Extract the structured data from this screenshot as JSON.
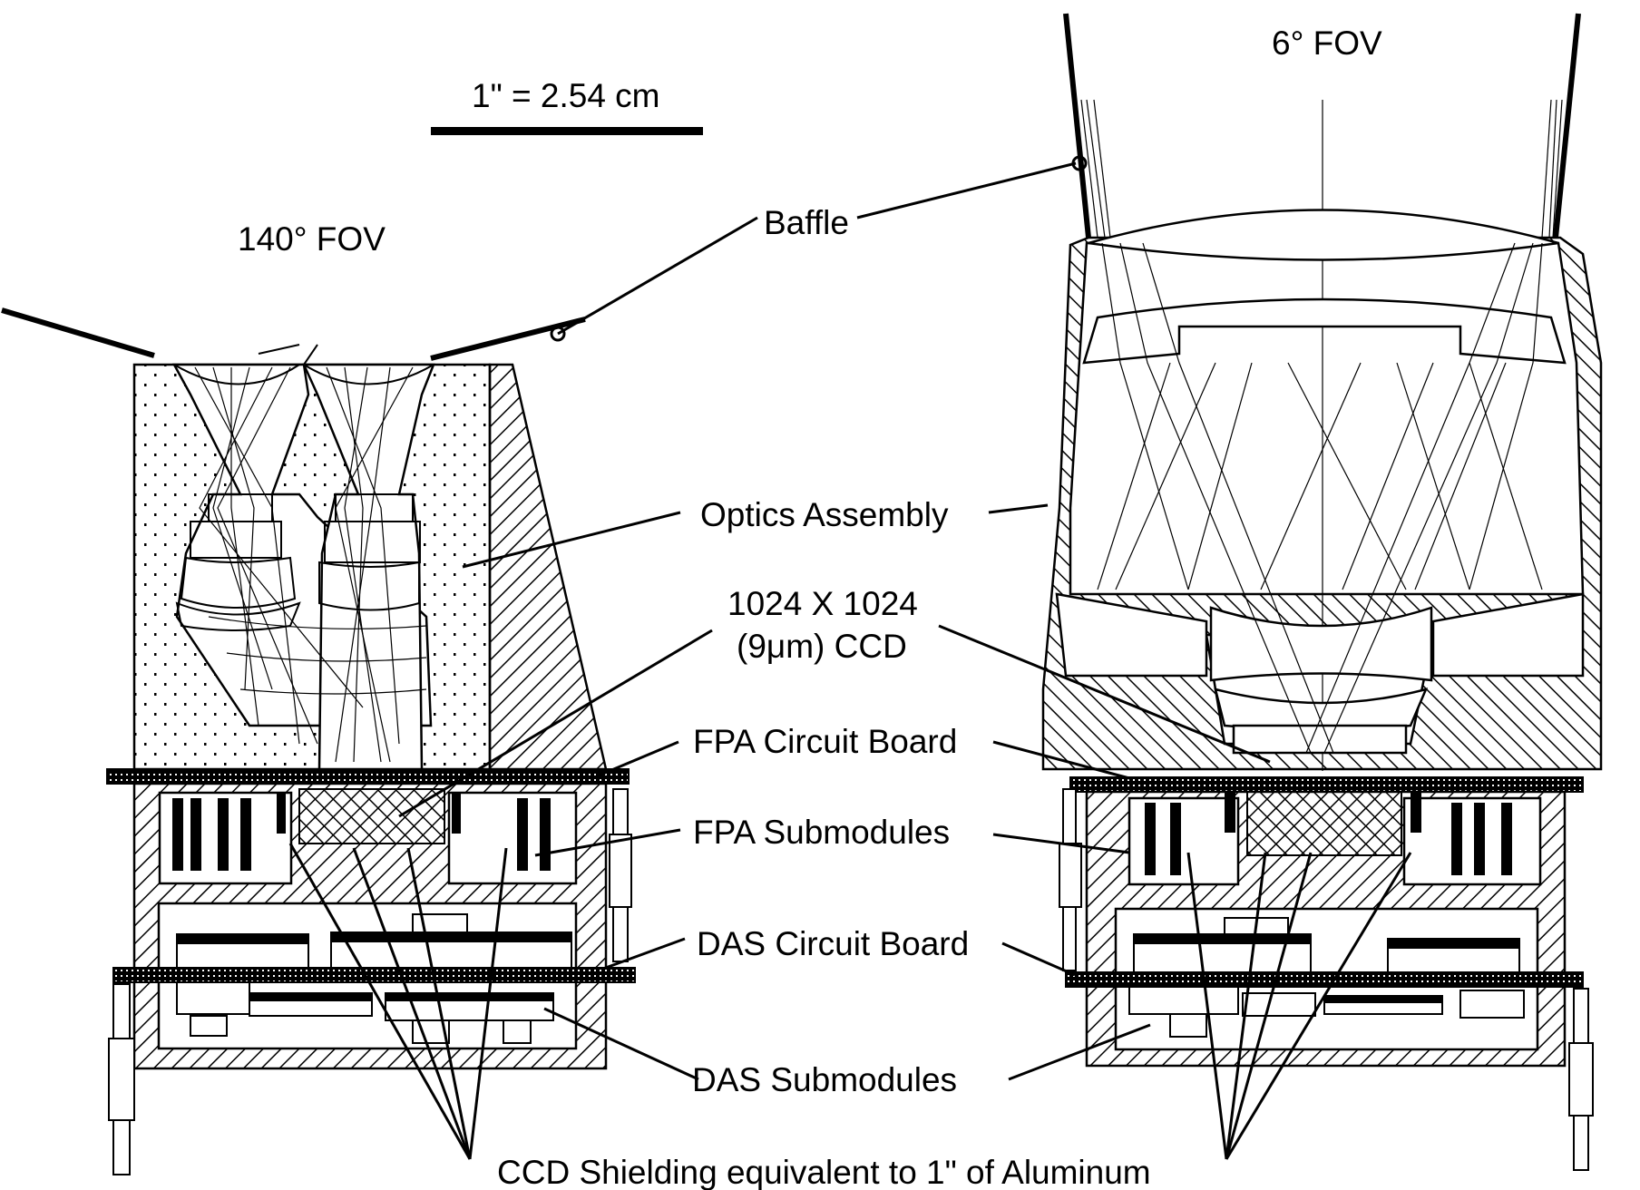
{
  "scale_bar": {
    "label": "1\" = 2.54 cm"
  },
  "left_camera": {
    "fov_label": "140° FOV"
  },
  "right_camera": {
    "fov_label": "6° FOV"
  },
  "labels": {
    "baffle": "Baffle",
    "optics_assembly": "Optics Assembly",
    "ccd_line1": "1024 X 1024",
    "ccd_line2": "(9μm) CCD",
    "fpa_circuit_board": "FPA Circuit Board",
    "fpa_submodules": "FPA Submodules",
    "das_circuit_board": "DAS Circuit Board",
    "das_submodules": "DAS Submodules",
    "ccd_shielding": "CCD Shielding equivalent to 1\" of Aluminum"
  }
}
